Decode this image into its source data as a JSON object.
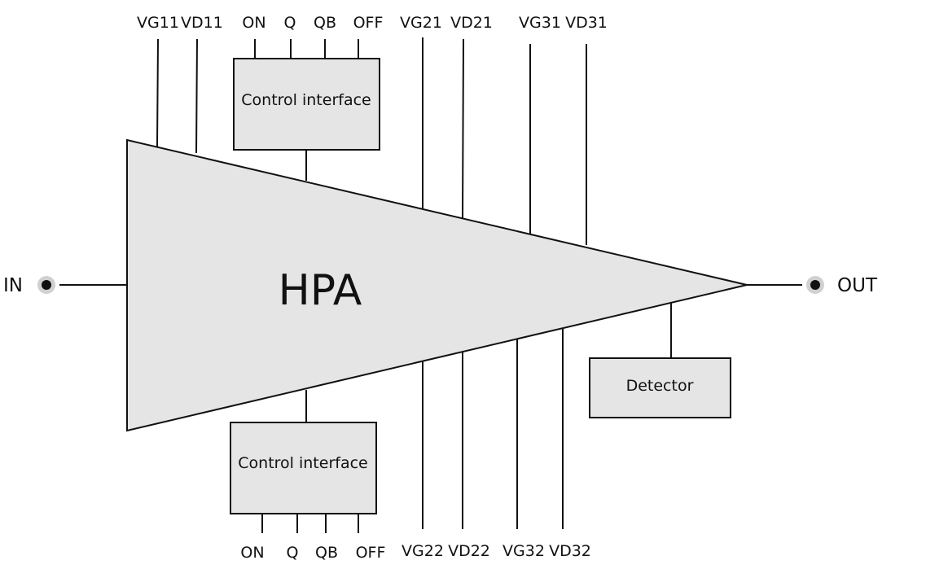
{
  "diagram": {
    "amplifier_label": "HPA",
    "input_label": "IN",
    "output_label": "OUT",
    "top_control_label": "Control interface",
    "bottom_control_label": "Control interface",
    "detector_label": "Detector",
    "top_pins": [
      "VG11",
      "VD11",
      "ON",
      "Q",
      "QB",
      "OFF",
      "VG21",
      "VD21",
      "VG31",
      "VD31"
    ],
    "bottom_pins": [
      "ON",
      "Q",
      "QB",
      "OFF",
      "VG22",
      "VD22",
      "VG32",
      "VD32"
    ]
  },
  "colors": {
    "block_fill": "#e5e5e5",
    "stroke": "#111111",
    "port_ring": "#d0d0d0"
  }
}
